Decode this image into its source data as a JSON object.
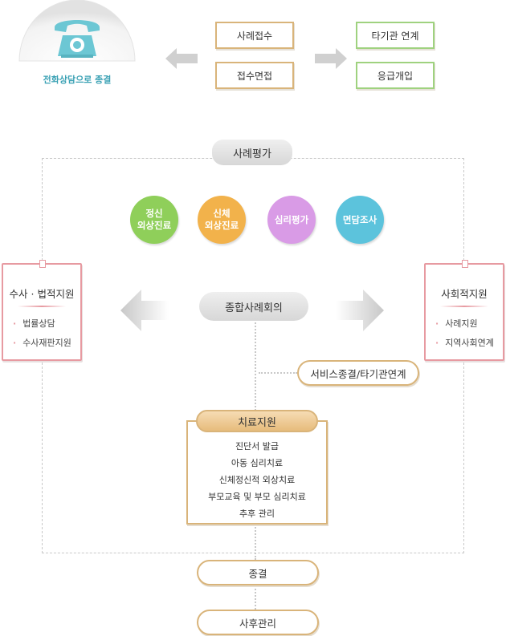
{
  "phone": {
    "label": "전화상담으로 종결"
  },
  "intake": {
    "case_intake": "사례접수",
    "interview": "접수면접"
  },
  "external": {
    "refer": "타기관 연계",
    "emergency": "응급개입"
  },
  "assessment": {
    "title": "사례평가",
    "circles": [
      {
        "label": "정신\n외상진료",
        "color": "#8fcf5a"
      },
      {
        "label": "신체\n외상진료",
        "color": "#f2b24b"
      },
      {
        "label": "심리평가",
        "color": "#d99be6"
      },
      {
        "label": "면담조사",
        "color": "#5cc3dc"
      }
    ]
  },
  "legal": {
    "title": "수사 · 법적지원",
    "items": [
      "법률상담",
      "수사재판지원"
    ]
  },
  "social": {
    "title": "사회적지원",
    "items": [
      "사례지원",
      "지역사회연계"
    ]
  },
  "conference": {
    "title": "종합사례회의"
  },
  "service_end": {
    "label": "서비스종결/타기관연계"
  },
  "treatment": {
    "title": "치료지원",
    "items": [
      "진단서 발급",
      "아동 심리치료",
      "신체정신적 외상치료",
      "부모교육 및 부모 심리치료",
      "추후 관리"
    ]
  },
  "closing": {
    "label": "종결"
  },
  "aftercare": {
    "label": "사후관리"
  },
  "colors": {
    "tan": "#d9b47a",
    "green": "#9fd27f",
    "pink": "#e79aa1",
    "phone": "#6cc7d4"
  }
}
